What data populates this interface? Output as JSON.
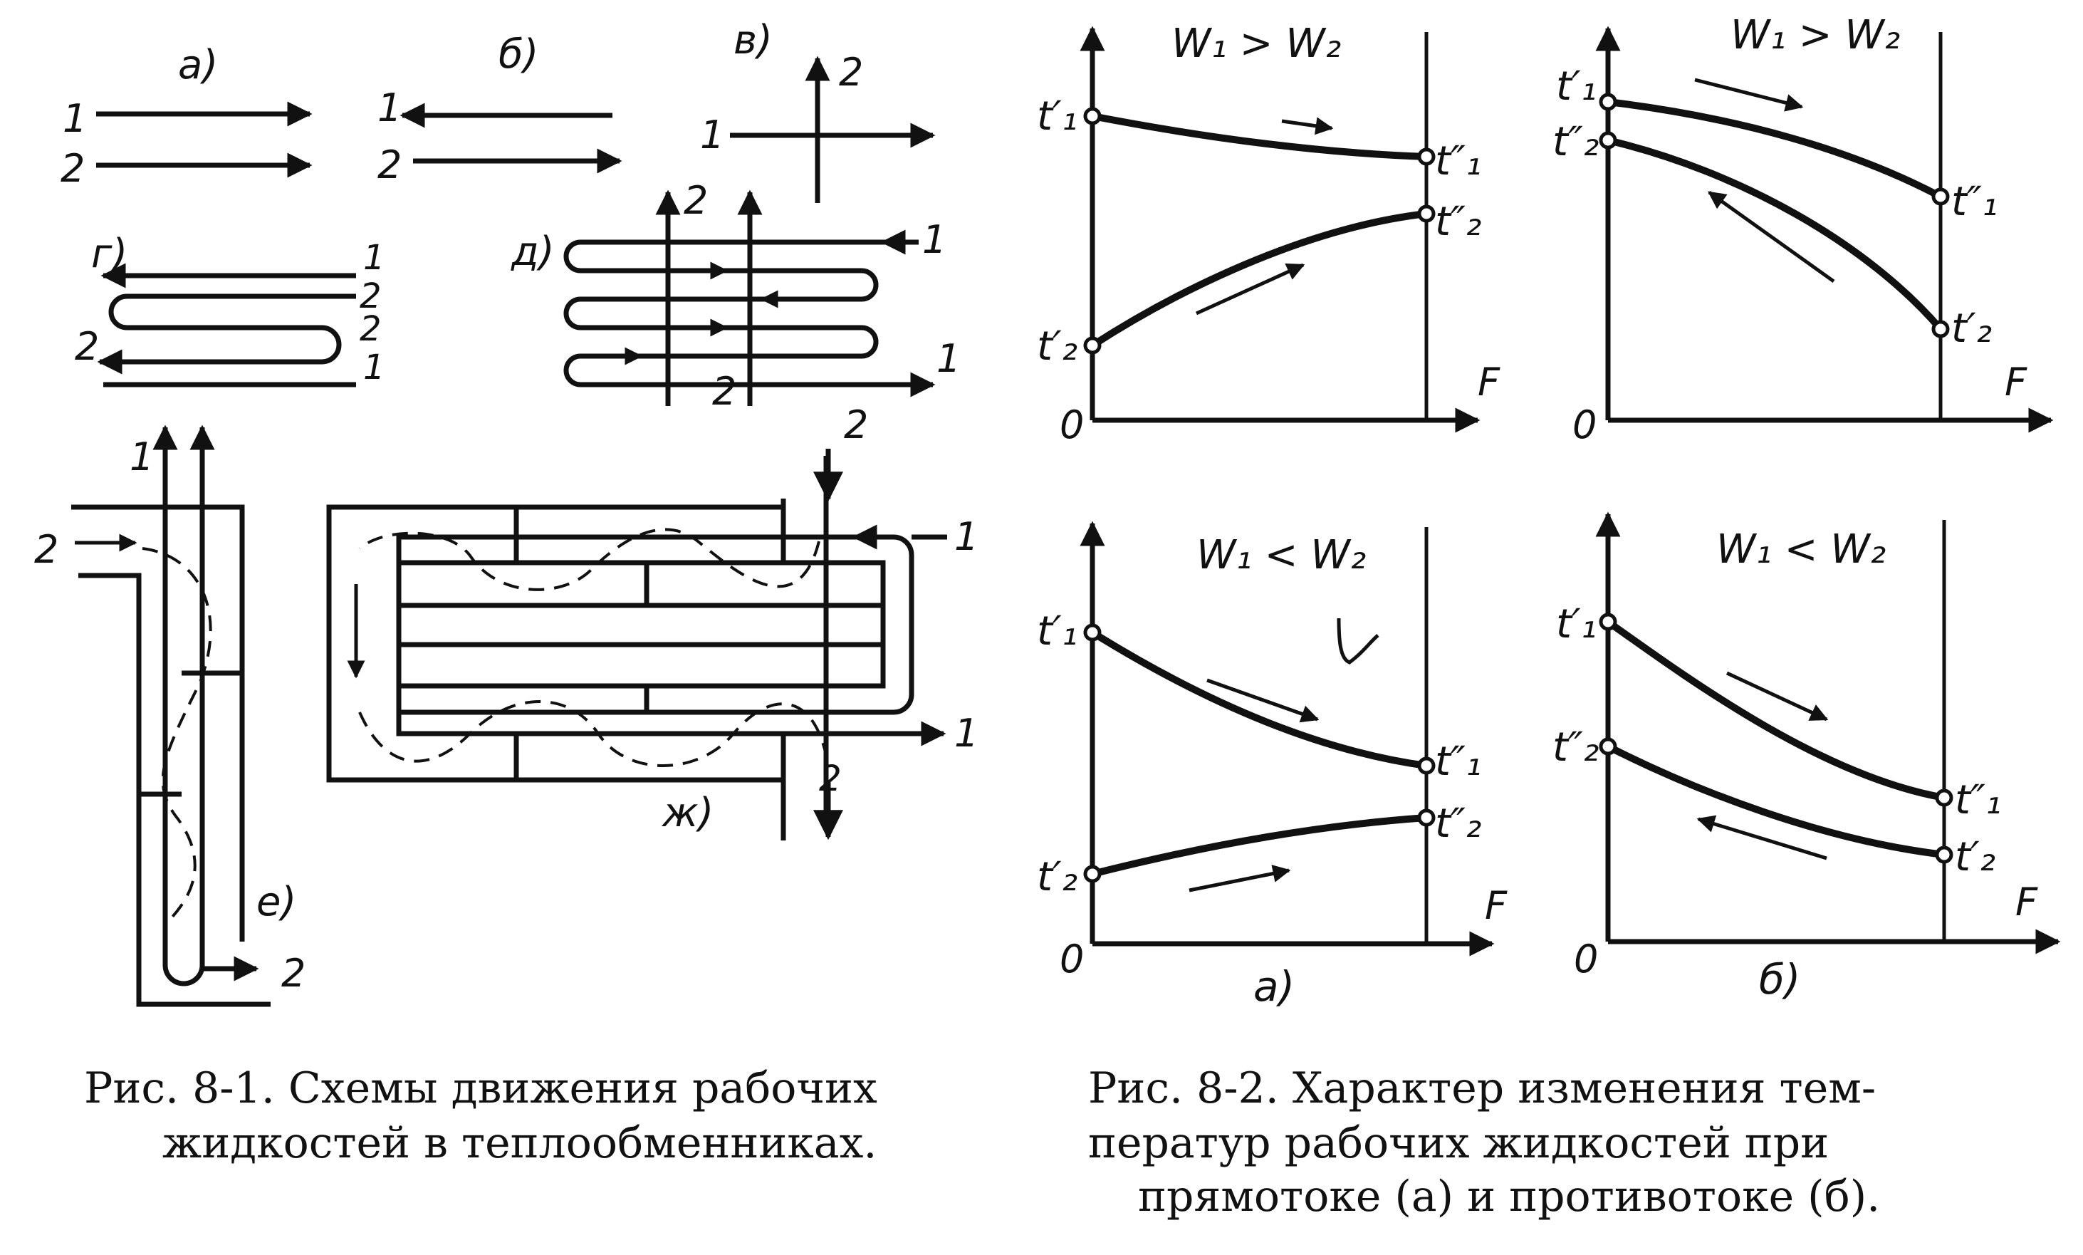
{
  "figure1": {
    "sub_a": "а)",
    "sub_b": "б)",
    "sub_v": "в)",
    "sub_g": "г)",
    "sub_d": "д)",
    "sub_e": "е)",
    "sub_zh": "ж)",
    "n1": "1",
    "n2": "2",
    "caption_line1": "Рис. 8-1.  Схемы движения рабочих",
    "caption_line2": "жидкостей в теплообменниках."
  },
  "figure2": {
    "cond_greater": "W₁ > W₂",
    "cond_less": "W₁ < W₂",
    "t1_in": "t′₁",
    "t1_out": "t″₁",
    "t2_in": "t′₂",
    "t2_out": "t″₂",
    "axis_f": "F",
    "origin": "0",
    "sub_a": "а)",
    "sub_b": "б)",
    "caption_line1": "Рис. 8-2. Характер изменения тем-",
    "caption_line2": "ператур   рабочих   жидкостей   при",
    "caption_line3": "прямотоке (а) и противотоке (б)."
  },
  "colors": {
    "ink": "#111111",
    "paper": "#ffffff"
  }
}
